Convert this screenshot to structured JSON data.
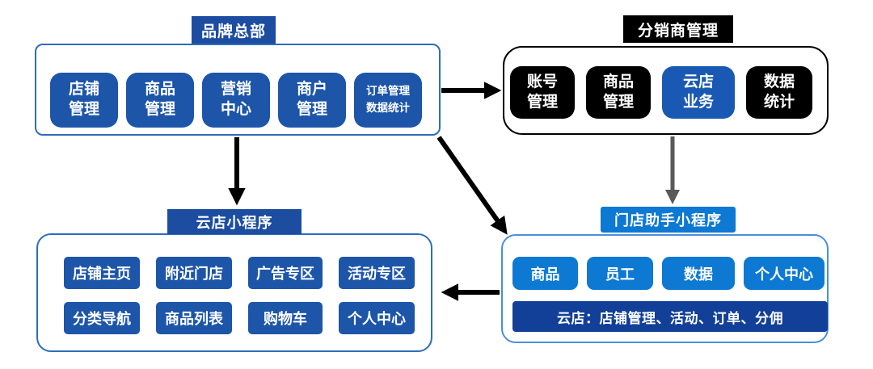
{
  "colors": {
    "dark_blue": "#1c4da0",
    "button_blue": "#1d55a9",
    "azure": "#0d79d3",
    "mid_blue": "#1959b4",
    "bar_blue": "#123f98",
    "border_blue": "#2e6db8",
    "assist_border": "#4a8fd8",
    "black": "#000000",
    "arrow_black": "#000000",
    "arrow_gray": "#595959"
  },
  "hq": {
    "title": "品牌总部",
    "items": [
      {
        "label": "店铺\n管理"
      },
      {
        "label": "商品\n管理"
      },
      {
        "label": "营销\n中心"
      },
      {
        "label": "商户\n管理"
      },
      {
        "label": "订单管理\n数据统计"
      }
    ]
  },
  "distributor": {
    "title": "分销商管理",
    "items": [
      {
        "label": "账号\n管理"
      },
      {
        "label": "商品\n管理"
      },
      {
        "label": "云店\n业务",
        "highlight": true
      },
      {
        "label": "数据\n统计"
      }
    ]
  },
  "cloud_app": {
    "title": "云店小程序",
    "row1": [
      "店铺主页",
      "附近门店",
      "广告专区",
      "活动专区"
    ],
    "row2": [
      "分类导航",
      "商品列表",
      "购物车",
      "个人中心"
    ]
  },
  "assistant_app": {
    "title": "门店助手小程序",
    "items": [
      "商品",
      "员工",
      "数据",
      "个人中心"
    ],
    "bar": "云店：店铺管理、活动、订单、分佣"
  }
}
